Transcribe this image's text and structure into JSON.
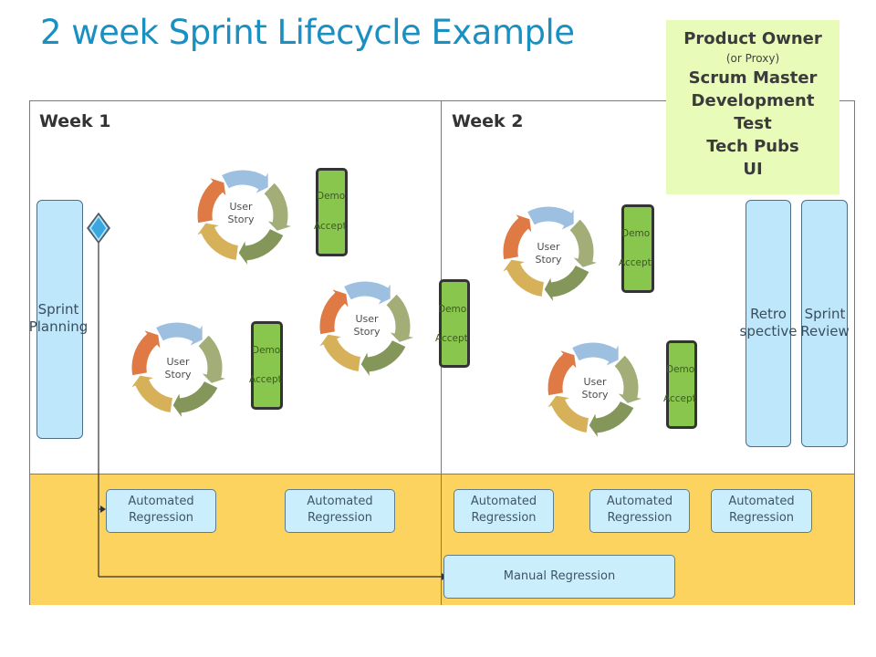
{
  "title": "2 week Sprint Lifecycle Example",
  "weeks": [
    "Week 1",
    "Week 2"
  ],
  "roles": {
    "product_owner": "Product Owner",
    "proxy": "(or Proxy)",
    "scrum_master": "Scrum Master",
    "development": "Development",
    "test": "Test",
    "tech_pubs": "Tech Pubs",
    "ui": "UI"
  },
  "phases": {
    "planning_line1": "Sprint",
    "planning_line2": "Planning",
    "retro_line1": "Retro",
    "retro_line2": "spective",
    "review_line1": "Sprint",
    "review_line2": "Review"
  },
  "cycle": {
    "line1": "User",
    "line2": "Story"
  },
  "demo_accept": {
    "demo": "Demo",
    "accept": "Accept"
  },
  "regression": {
    "automated_line1": "Automated",
    "automated_line2": "Regression",
    "manual": "Manual Regression"
  },
  "colors": {
    "title": "#1a8fc1",
    "band": "#fdd35f",
    "roles_bg": "#e8fbb9",
    "phase_bg": "#bfe7fb",
    "green": "#89c64d",
    "cycle_blue": "#9dbfe0",
    "cycle_olive": "#a3ad78",
    "cycle_green": "#84965a",
    "cycle_tan": "#d6b15a",
    "cycle_orange": "#e07a45",
    "milestone": "#3aa7e0"
  }
}
